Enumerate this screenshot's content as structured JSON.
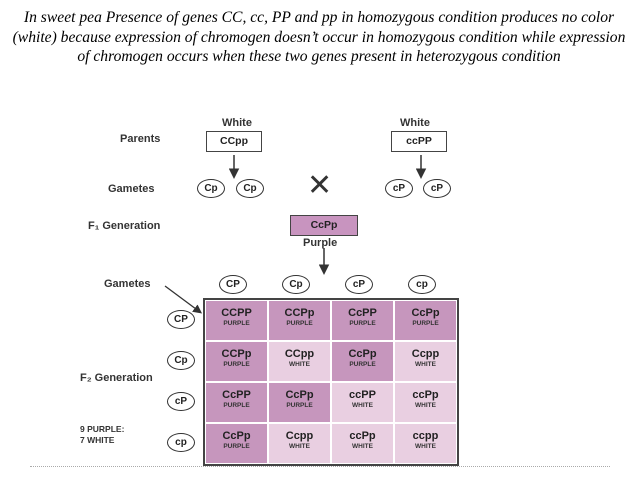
{
  "caption": "In sweet pea Presence of genes CC, cc, PP and pp in homozygous condition produces no color (white) because expression of chromogen doesn’t occur in homozygous condition while expression of chromogen occurs when these two genes present in heterozygous condition",
  "parents": {
    "label": "Parents",
    "left": {
      "phenotype": "White",
      "genotype": "CCpp"
    },
    "right": {
      "phenotype": "White",
      "genotype": "ccPP"
    },
    "cross_symbol": "✕"
  },
  "gametes_row": {
    "label": "Gametes",
    "left": [
      "Cp",
      "Cp"
    ],
    "right": [
      "cP",
      "cP"
    ]
  },
  "f1": {
    "label": "F₁ Generation",
    "genotype": "CcPp",
    "phenotype": "Purple"
  },
  "f2": {
    "gametes_label": "Gametes",
    "generation_label": "F₂ Generation",
    "column_gametes": [
      "CP",
      "Cp",
      "cP",
      "cp"
    ],
    "row_gametes": [
      "CP",
      "Cp",
      "cP",
      "cp"
    ],
    "cells": [
      [
        {
          "g": "CCPP",
          "p": "PURPLE",
          "c": "#c696bd"
        },
        {
          "g": "CCPp",
          "p": "PURPLE",
          "c": "#c696bd"
        },
        {
          "g": "CcPP",
          "p": "PURPLE",
          "c": "#c696bd"
        },
        {
          "g": "CcPp",
          "p": "PURPLE",
          "c": "#c696bd"
        }
      ],
      [
        {
          "g": "CCPp",
          "p": "PURPLE",
          "c": "#c696bd"
        },
        {
          "g": "CCpp",
          "p": "WHITE",
          "c": "#e9cfe1"
        },
        {
          "g": "CcPp",
          "p": "PURPLE",
          "c": "#c696bd"
        },
        {
          "g": "Ccpp",
          "p": "WHITE",
          "c": "#e9cfe1"
        }
      ],
      [
        {
          "g": "CcPP",
          "p": "PURPLE",
          "c": "#c696bd"
        },
        {
          "g": "CcPp",
          "p": "PURPLE",
          "c": "#c696bd"
        },
        {
          "g": "ccPP",
          "p": "WHITE",
          "c": "#e9cfe1"
        },
        {
          "g": "ccPp",
          "p": "WHITE",
          "c": "#e9cfe1"
        }
      ],
      [
        {
          "g": "CcPp",
          "p": "PURPLE",
          "c": "#c696bd"
        },
        {
          "g": "Ccpp",
          "p": "WHITE",
          "c": "#e9cfe1"
        },
        {
          "g": "ccPp",
          "p": "WHITE",
          "c": "#e9cfe1"
        },
        {
          "g": "ccpp",
          "p": "WHITE",
          "c": "#e9cfe1"
        }
      ]
    ],
    "ratio": [
      "9 PURPLE:",
      "7 WHITE"
    ]
  },
  "colors": {
    "purple_cell": "#c696bd",
    "white_cell": "#e9cfe1",
    "f1_box": "#c894bf"
  }
}
